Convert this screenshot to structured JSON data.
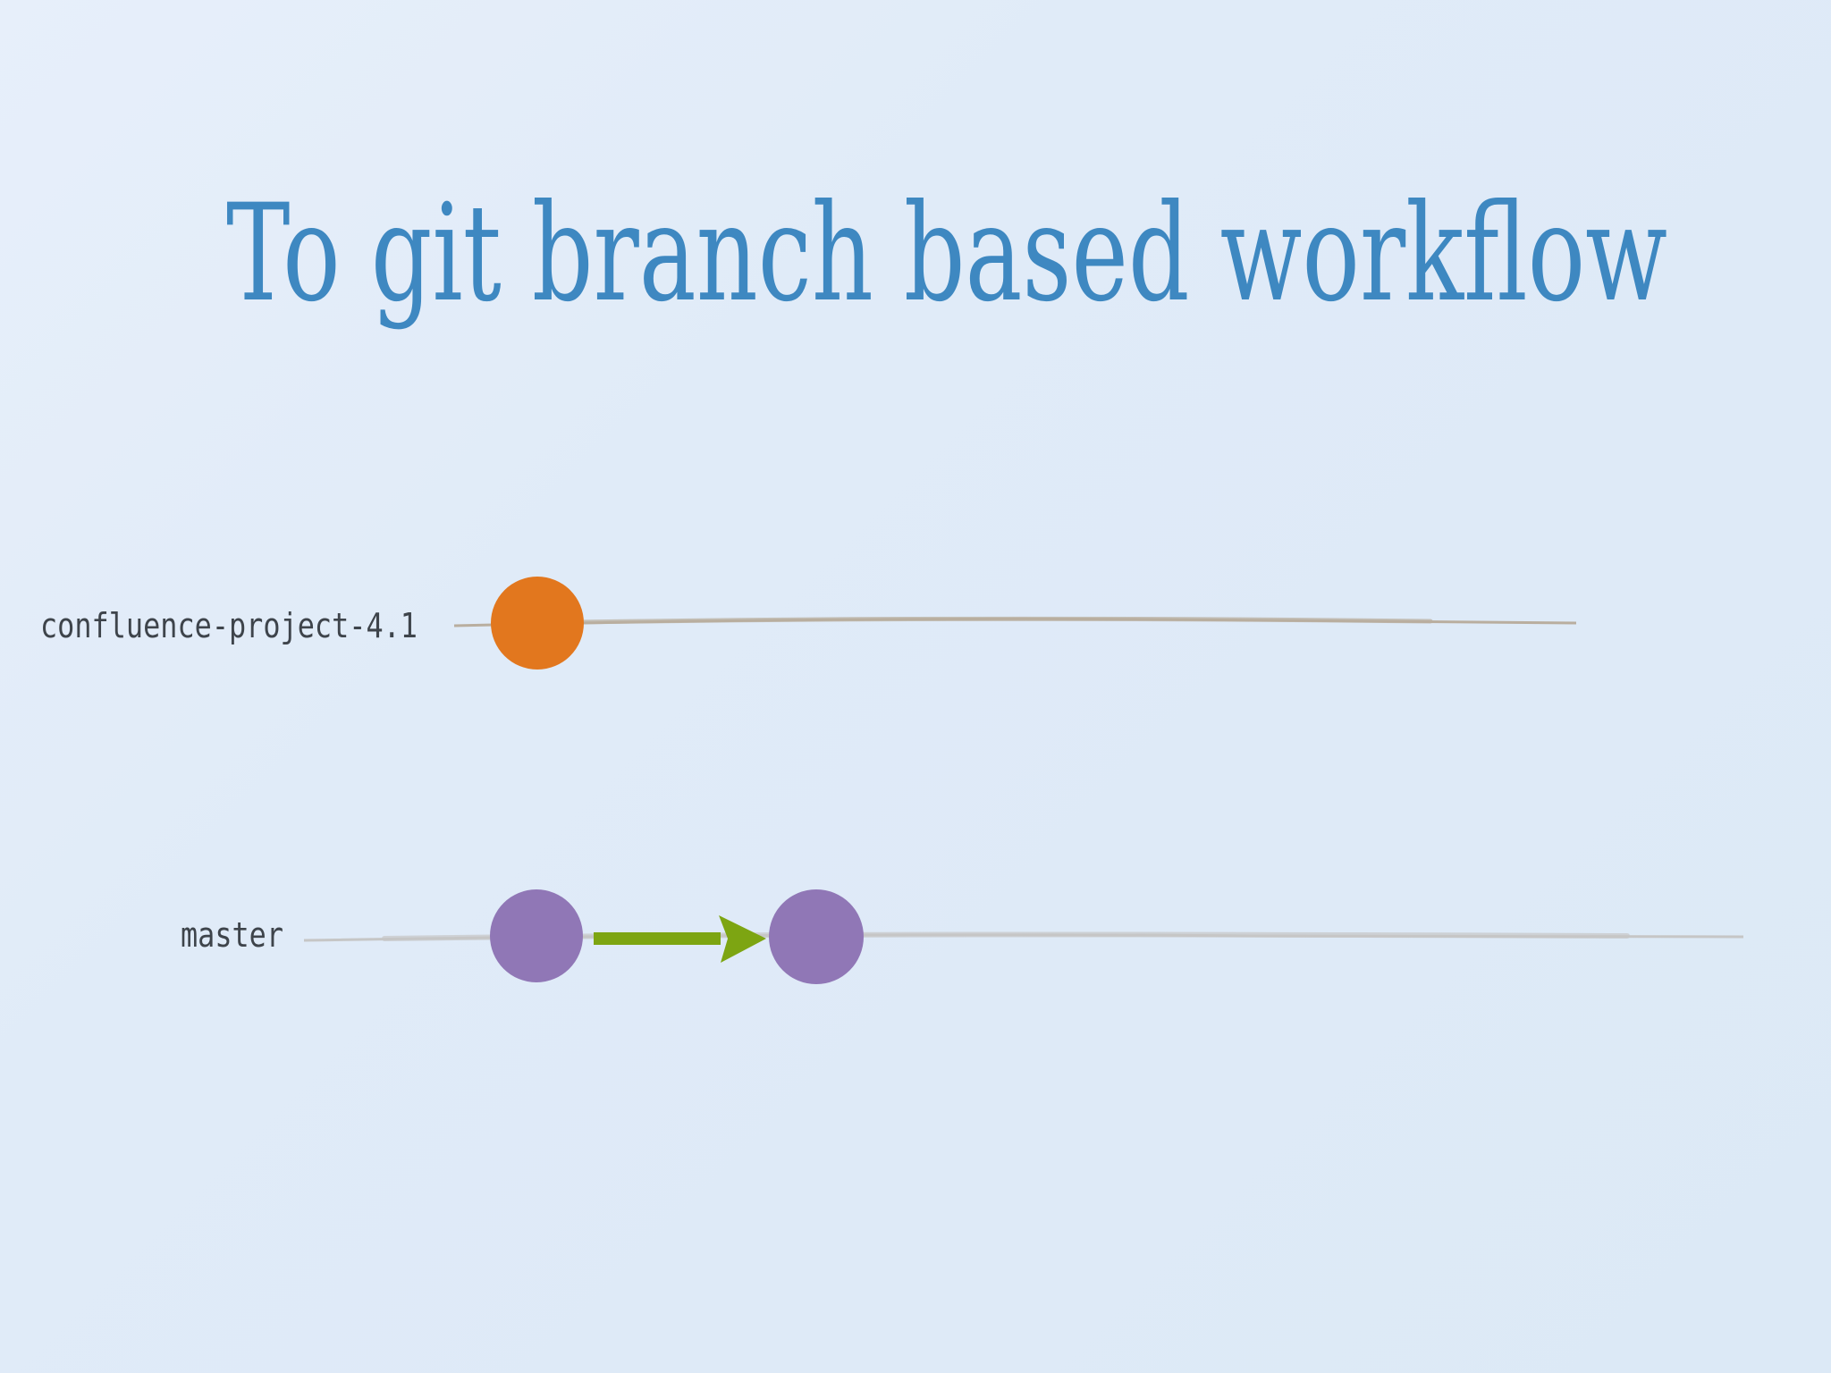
{
  "slide": {
    "title": "To git branch based workflow",
    "title_color": "#3e88c1",
    "background_color": "#dfeaf7"
  },
  "diagram": {
    "type": "git-branch-timeline",
    "arrow_color": "#7da512",
    "branches": [
      {
        "label": "confluence-project-4.1",
        "label_color": "#3e444b",
        "line_color": "#b9ae9f",
        "commit_color": "#e2771e",
        "commit_count": 1
      },
      {
        "label": "master",
        "label_color": "#3e444b",
        "line_color": "#c6c6c6",
        "commit_color": "#9077b6",
        "commit_count": 2
      }
    ]
  }
}
